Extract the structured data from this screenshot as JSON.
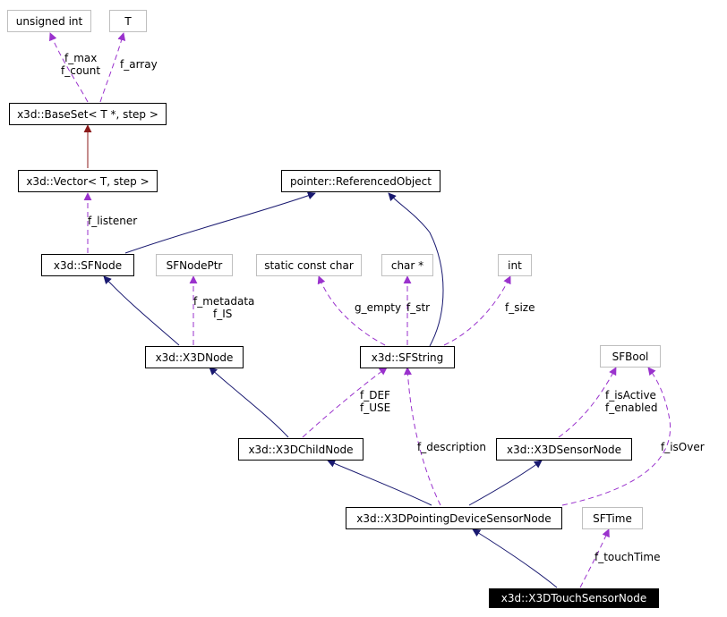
{
  "nodes": {
    "unsigned_int": "unsigned int",
    "T": "T",
    "baseset": "x3d::BaseSet< T *, step >",
    "vector": "x3d::Vector< T, step >",
    "refobj": "pointer::ReferencedObject",
    "sfnode": "x3d::SFNode",
    "sfnodeptr": "SFNodePtr",
    "static_const_char": "static const char",
    "char_ptr": "char *",
    "int": "int",
    "x3dnode": "x3d::X3DNode",
    "sfstring": "x3d::SFString",
    "sfbool": "SFBool",
    "childnode": "x3d::X3DChildNode",
    "sensornode": "x3d::X3DSensorNode",
    "pointing": "x3d::X3DPointingDeviceSensorNode",
    "sftime": "SFTime",
    "touch": "x3d::X3DTouchSensorNode"
  },
  "edge_labels": {
    "f_max": "f_max",
    "f_count": "f_count",
    "f_array": "f_array",
    "f_listener": "f_listener",
    "f_metadata": "f_metadata",
    "f_IS": "f_IS",
    "g_empty": "g_empty",
    "f_str": "f_str",
    "f_size": "f_size",
    "f_DEF": "f_DEF",
    "f_USE": "f_USE",
    "f_isActive": "f_isActive",
    "f_enabled": "f_enabled",
    "f_description": "f_description",
    "f_isOver": "f_isOver",
    "f_touchTime": "f_touchTime"
  },
  "colors": {
    "inheritance": "#191970",
    "template_inheritance": "#8b1a1a",
    "usage": "#9a32cd",
    "external_border": "#bfbfbf"
  }
}
